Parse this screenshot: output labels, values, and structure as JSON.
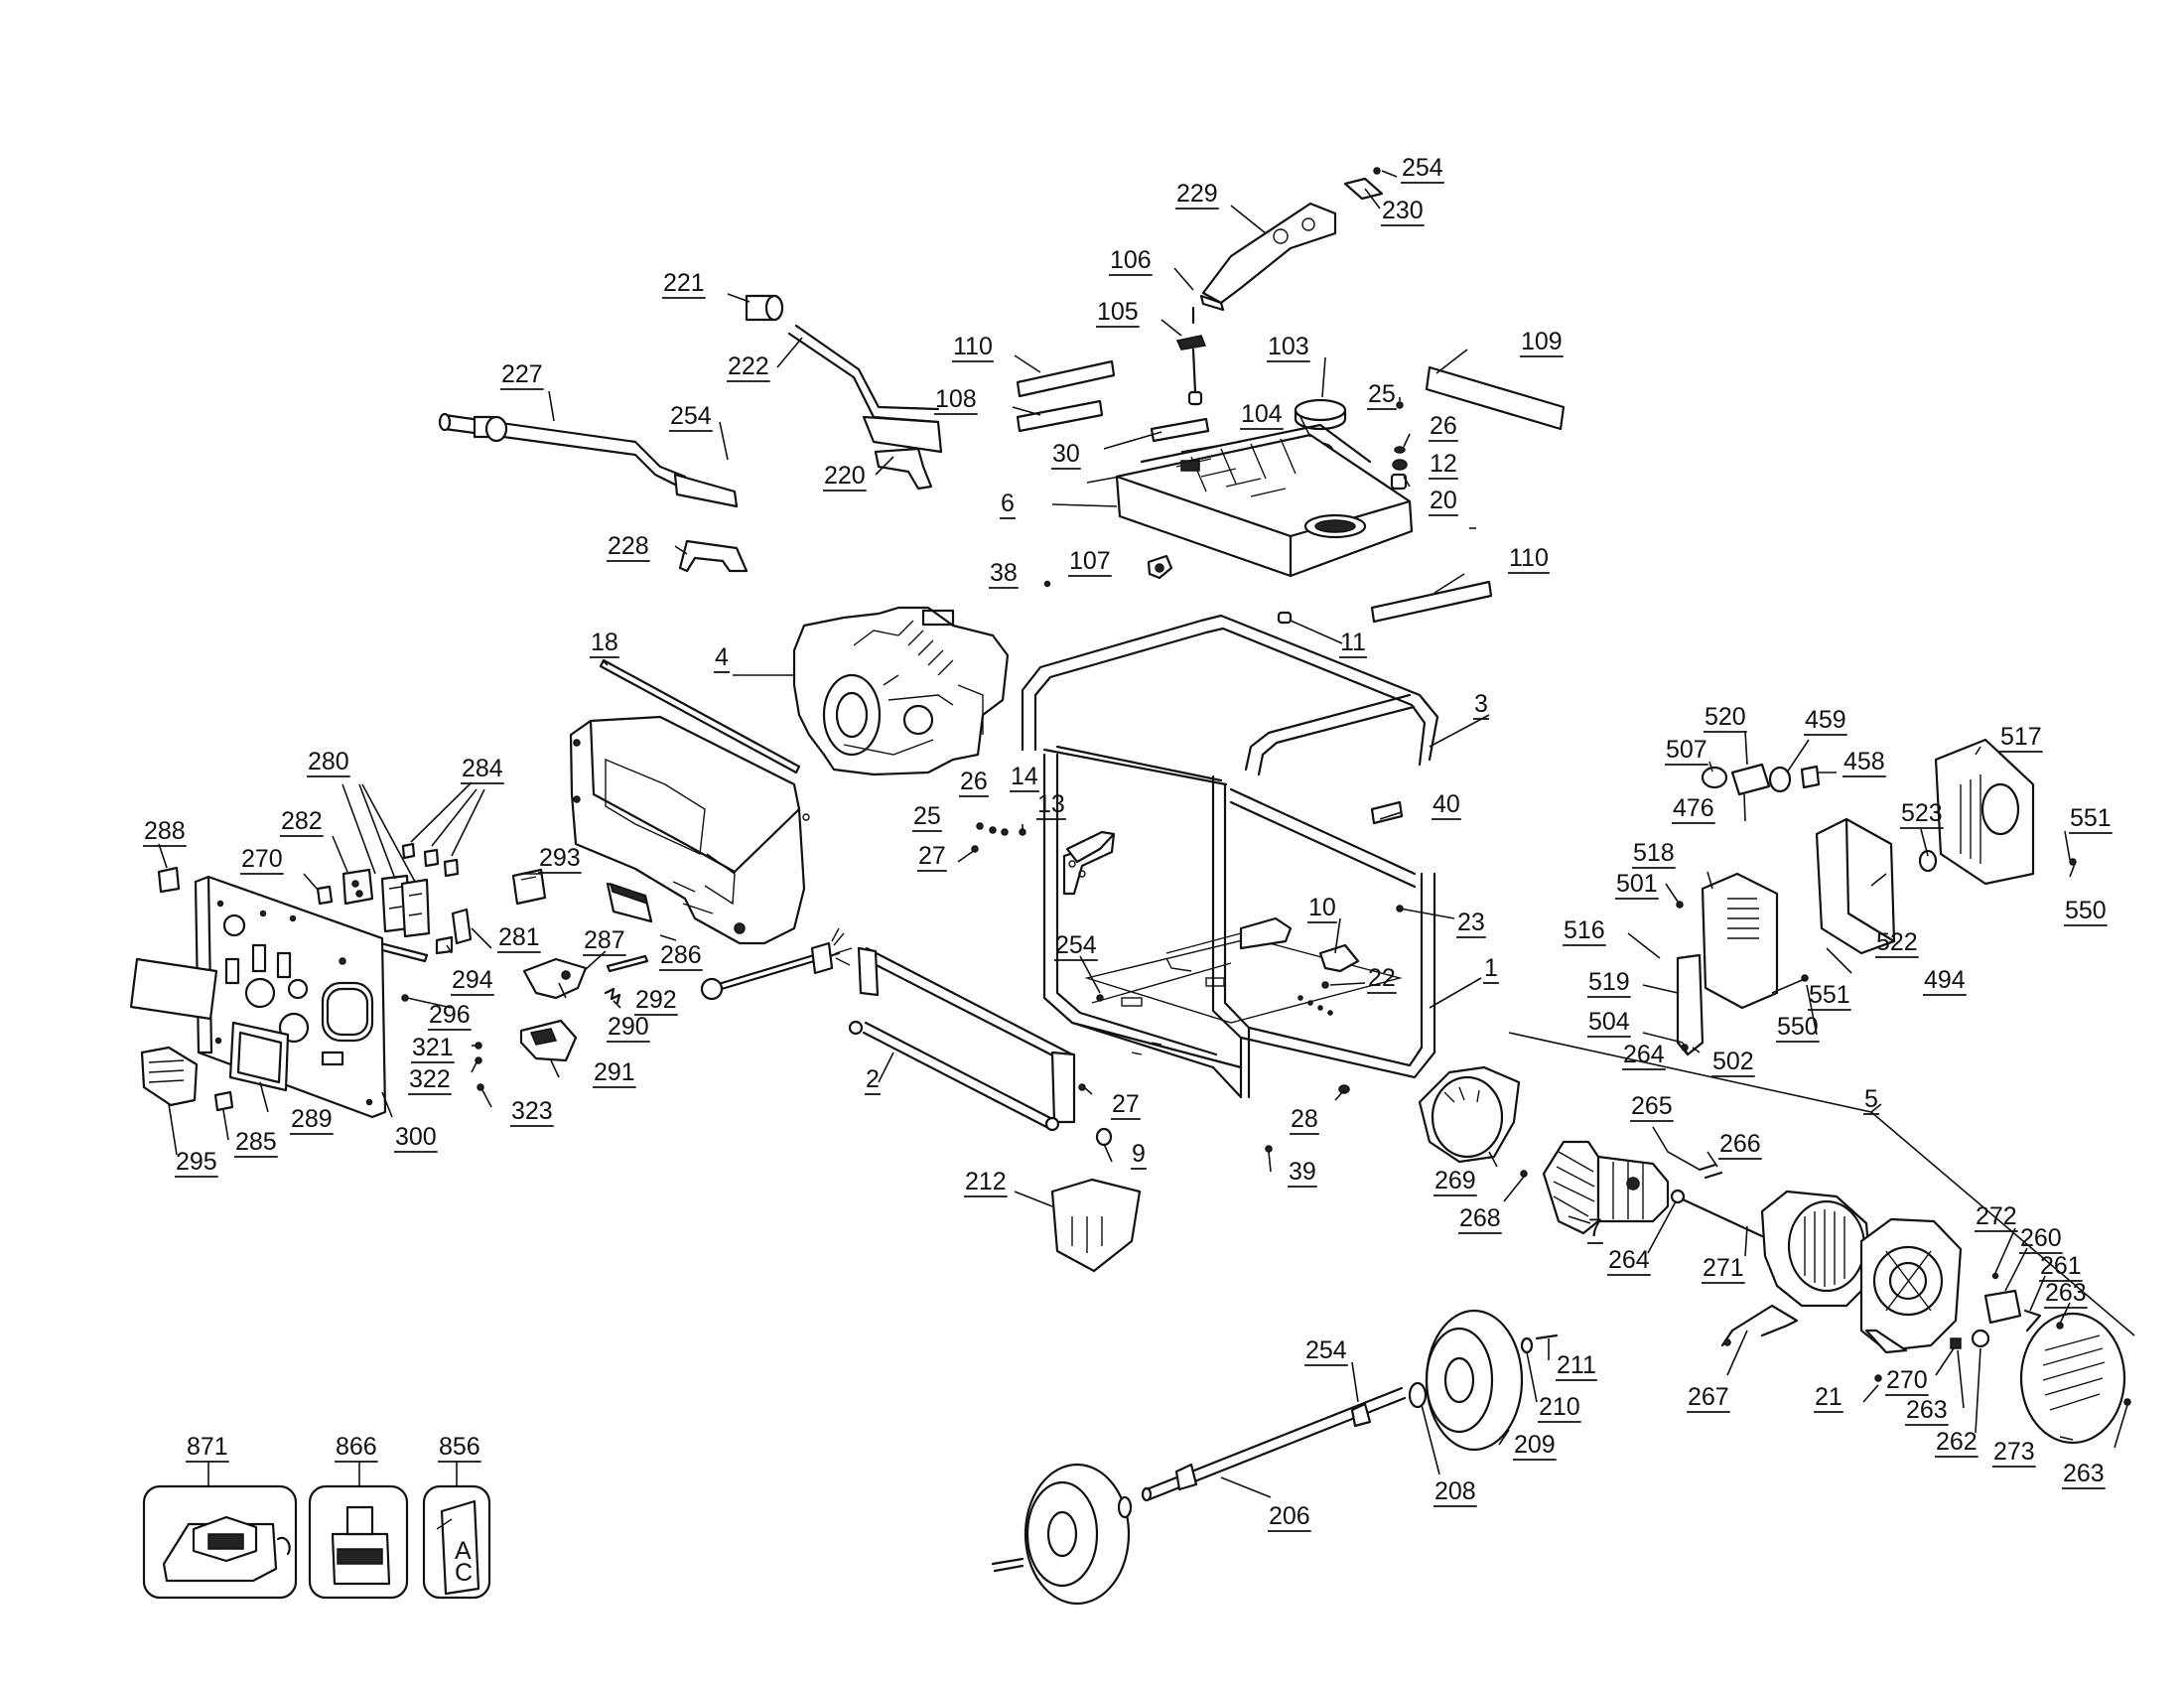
{
  "callouts": [
    {
      "id": "254a",
      "label": "254"
    },
    {
      "id": "230",
      "label": "230"
    },
    {
      "id": "229",
      "label": "229"
    },
    {
      "id": "106",
      "label": "106"
    },
    {
      "id": "105",
      "label": "105"
    },
    {
      "id": "103",
      "label": "103"
    },
    {
      "id": "221",
      "label": "221"
    },
    {
      "id": "222",
      "label": "222"
    },
    {
      "id": "110a",
      "label": "110"
    },
    {
      "id": "108",
      "label": "108"
    },
    {
      "id": "109",
      "label": "109"
    },
    {
      "id": "227",
      "label": "227"
    },
    {
      "id": "254b",
      "label": "254"
    },
    {
      "id": "25a",
      "label": "25"
    },
    {
      "id": "26a",
      "label": "26"
    },
    {
      "id": "104",
      "label": "104"
    },
    {
      "id": "12",
      "label": "12"
    },
    {
      "id": "30",
      "label": "30"
    },
    {
      "id": "220",
      "label": "220"
    },
    {
      "id": "20",
      "label": "20"
    },
    {
      "id": "6",
      "label": "6"
    },
    {
      "id": "228",
      "label": "228"
    },
    {
      "id": "107",
      "label": "107"
    },
    {
      "id": "110b",
      "label": "110"
    },
    {
      "id": "38",
      "label": "38"
    },
    {
      "id": "11",
      "label": "11"
    },
    {
      "id": "18",
      "label": "18"
    },
    {
      "id": "4",
      "label": "4"
    },
    {
      "id": "3",
      "label": "3"
    },
    {
      "id": "520",
      "label": "520"
    },
    {
      "id": "459",
      "label": "459"
    },
    {
      "id": "517",
      "label": "517"
    },
    {
      "id": "507",
      "label": "507"
    },
    {
      "id": "458",
      "label": "458"
    },
    {
      "id": "280",
      "label": "280"
    },
    {
      "id": "284",
      "label": "284"
    },
    {
      "id": "26b",
      "label": "26"
    },
    {
      "id": "14",
      "label": "14"
    },
    {
      "id": "476",
      "label": "476"
    },
    {
      "id": "13",
      "label": "13"
    },
    {
      "id": "40",
      "label": "40"
    },
    {
      "id": "25b",
      "label": "25"
    },
    {
      "id": "523",
      "label": "523"
    },
    {
      "id": "551a",
      "label": "551"
    },
    {
      "id": "288",
      "label": "288"
    },
    {
      "id": "282",
      "label": "282"
    },
    {
      "id": "27a",
      "label": "27"
    },
    {
      "id": "518",
      "label": "518"
    },
    {
      "id": "270a",
      "label": "270"
    },
    {
      "id": "293",
      "label": "293"
    },
    {
      "id": "501",
      "label": "501"
    },
    {
      "id": "550a",
      "label": "550"
    },
    {
      "id": "10",
      "label": "10"
    },
    {
      "id": "23",
      "label": "23"
    },
    {
      "id": "287",
      "label": "287"
    },
    {
      "id": "516",
      "label": "516"
    },
    {
      "id": "281",
      "label": "281"
    },
    {
      "id": "254c",
      "label": "254"
    },
    {
      "id": "522",
      "label": "522"
    },
    {
      "id": "286",
      "label": "286"
    },
    {
      "id": "1",
      "label": "1"
    },
    {
      "id": "294",
      "label": "294"
    },
    {
      "id": "22",
      "label": "22"
    },
    {
      "id": "494",
      "label": "494"
    },
    {
      "id": "519",
      "label": "519"
    },
    {
      "id": "292",
      "label": "292"
    },
    {
      "id": "551b",
      "label": "551"
    },
    {
      "id": "296",
      "label": "296"
    },
    {
      "id": "290",
      "label": "290"
    },
    {
      "id": "504",
      "label": "504"
    },
    {
      "id": "550b",
      "label": "550"
    },
    {
      "id": "321",
      "label": "321"
    },
    {
      "id": "264a",
      "label": "264"
    },
    {
      "id": "502",
      "label": "502"
    },
    {
      "id": "322",
      "label": "322"
    },
    {
      "id": "291",
      "label": "291"
    },
    {
      "id": "2",
      "label": "2"
    },
    {
      "id": "5",
      "label": "5"
    },
    {
      "id": "27b",
      "label": "27"
    },
    {
      "id": "28",
      "label": "28"
    },
    {
      "id": "323",
      "label": "323"
    },
    {
      "id": "265",
      "label": "265"
    },
    {
      "id": "289",
      "label": "289"
    },
    {
      "id": "300",
      "label": "300"
    },
    {
      "id": "266",
      "label": "266"
    },
    {
      "id": "295",
      "label": "295"
    },
    {
      "id": "285",
      "label": "285"
    },
    {
      "id": "9",
      "label": "9"
    },
    {
      "id": "39",
      "label": "39"
    },
    {
      "id": "269",
      "label": "269"
    },
    {
      "id": "212",
      "label": "212"
    },
    {
      "id": "268",
      "label": "268"
    },
    {
      "id": "7",
      "label": "7"
    },
    {
      "id": "272",
      "label": "272"
    },
    {
      "id": "264b",
      "label": "264"
    },
    {
      "id": "271",
      "label": "271"
    },
    {
      "id": "260",
      "label": "260"
    },
    {
      "id": "261",
      "label": "261"
    },
    {
      "id": "263a",
      "label": "263"
    },
    {
      "id": "254d",
      "label": "254"
    },
    {
      "id": "211",
      "label": "211"
    },
    {
      "id": "267",
      "label": "267"
    },
    {
      "id": "210",
      "label": "210"
    },
    {
      "id": "21",
      "label": "21"
    },
    {
      "id": "270b",
      "label": "270"
    },
    {
      "id": "263b",
      "label": "263"
    },
    {
      "id": "262",
      "label": "262"
    },
    {
      "id": "273",
      "label": "273"
    },
    {
      "id": "871",
      "label": "871"
    },
    {
      "id": "866",
      "label": "866"
    },
    {
      "id": "856",
      "label": "856"
    },
    {
      "id": "209",
      "label": "209"
    },
    {
      "id": "263c",
      "label": "263"
    },
    {
      "id": "208",
      "label": "208"
    },
    {
      "id": "206",
      "label": "206"
    }
  ],
  "accessory_card_text": {
    "letter_a": "A",
    "letter_c": "C"
  }
}
